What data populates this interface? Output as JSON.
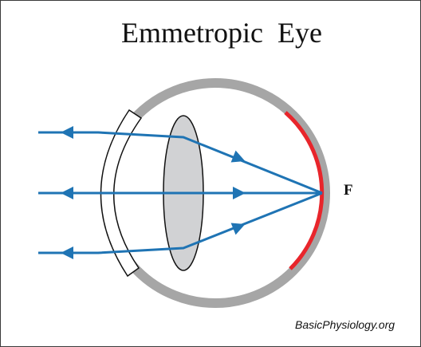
{
  "title": "Emmetropic  Eye",
  "focal_point_label": "F",
  "credit": "BasicPhysiology.org",
  "colors": {
    "eyeball": "#a6a6a6",
    "retina": "#e8252b",
    "lens": "#d1d2d4",
    "ray": "#1f74b4",
    "cornea": "#ffffff"
  }
}
